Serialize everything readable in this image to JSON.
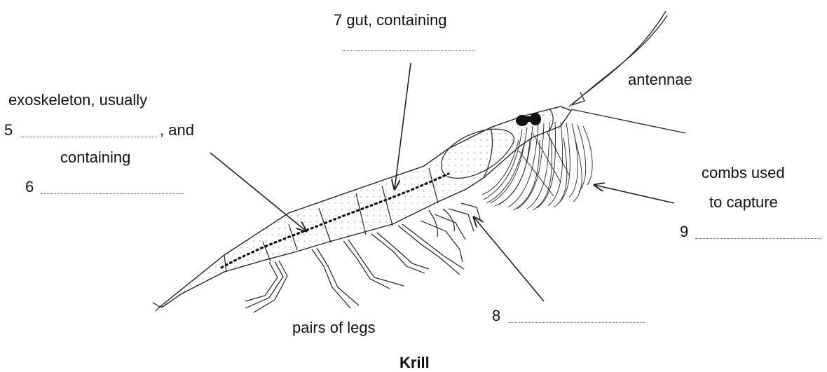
{
  "title": "Krill",
  "labels": {
    "q7": {
      "number": "7",
      "text": "gut, containing"
    },
    "antennae": "antennae",
    "q5": {
      "number": "5",
      "text_before": "exoskeleton, usually",
      "text_after": ", and",
      "text_line3": "containing"
    },
    "q6": {
      "number": "6"
    },
    "q9": {
      "text_line1": "combs used",
      "text_line2": "to capture",
      "number": "9"
    },
    "q8": {
      "number": "8"
    },
    "legs": "pairs of legs"
  }
}
